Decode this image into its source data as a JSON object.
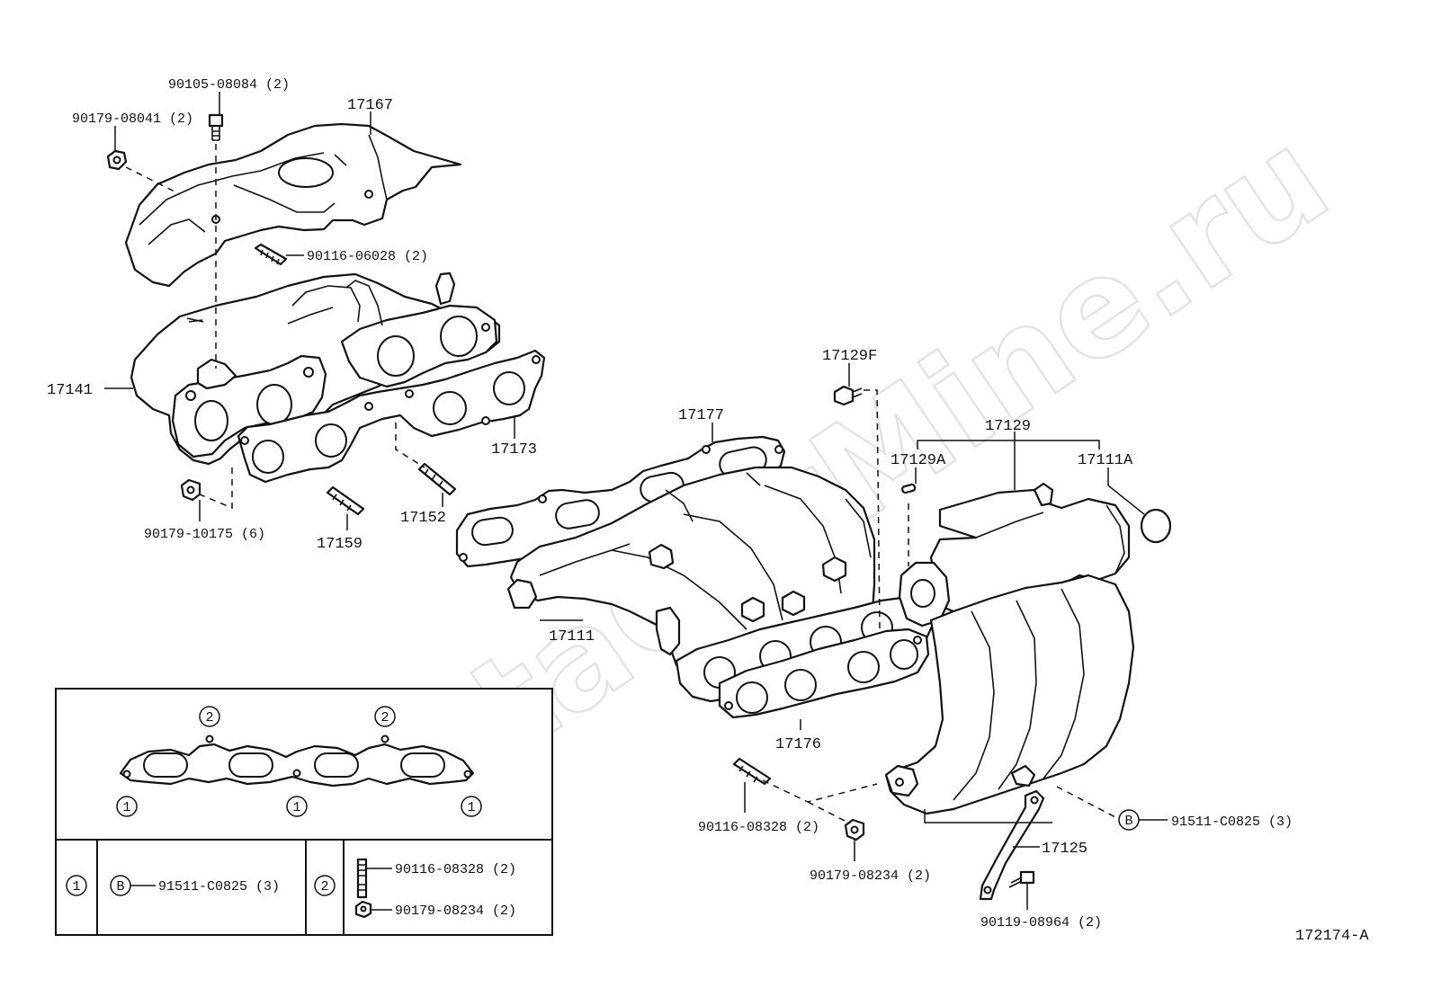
{
  "watermark": "ToyotaCarMine.ru",
  "diagram_code": "172174-A",
  "labels": {
    "p90105_08084": "90105-08084 (2)",
    "p90179_08041": "90179-08041 (2)",
    "p17167": "17167",
    "p90116_06028": "90116-06028 (2)",
    "p17141": "17141",
    "p17173": "17173",
    "p17152": "17152",
    "p17159": "17159",
    "p90179_10175": "90179-10175 (6)",
    "p17177": "17177",
    "p17129F": "17129F",
    "p17129": "17129",
    "p17129A": "17129A",
    "p17111A": "17111A",
    "p17111": "17111",
    "p17176": "17176",
    "p90116_08328": "90116-08328 (2)",
    "p90179_08234": "90179-08234 (2)",
    "p17125": "17125",
    "p91511_C0825": "91511-C0825 (3)",
    "p90119_08964": "90119-08964 (2)"
  },
  "legend": {
    "marker_1": "1",
    "marker_2": "2",
    "marker_b": "B",
    "row1_part": "91511-C0825 (3)",
    "row2_part_a": "90116-08328 (2)",
    "row2_part_b": "90179-08234 (2)"
  }
}
